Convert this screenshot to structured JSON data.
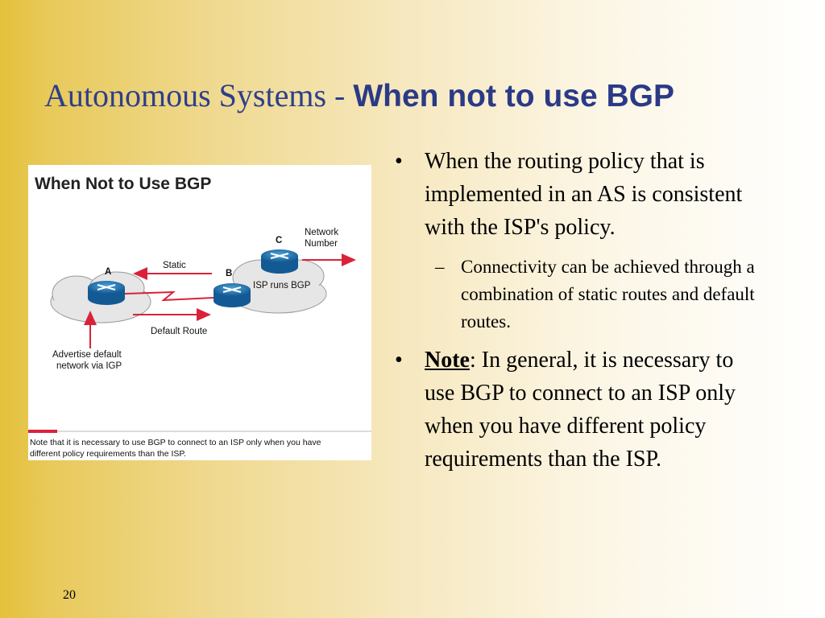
{
  "slide": {
    "title_regular": "Autonomous Systems - ",
    "title_bold": "When not to use BGP",
    "page_number": "20"
  },
  "figure": {
    "heading": "When Not to Use BGP",
    "label_a": "A",
    "label_b": "B",
    "label_c": "C",
    "label_static": "Static",
    "label_default_route": "Default Route",
    "label_network_number_1": "Network",
    "label_network_number_2": "Number",
    "label_isp_runs_bgp": "ISP runs BGP",
    "label_advertise_1": "Advertise default",
    "label_advertise_2": "network via IGP",
    "caption_1": "Note that it is necessary to use BGP to connect to an ISP only when you have",
    "caption_2": "different policy requirements than the ISP.",
    "colors": {
      "arrow_red": "#d9223a",
      "router_blue": "#1f78b4",
      "cloud_gray": "#e6e6e6",
      "caption_bar": "#d9223a"
    }
  },
  "bullets": {
    "b1_text": "When the routing policy that is implemented in an AS is consistent with the ISP's policy.",
    "b1_sub": "Connectivity can be achieved through a combination of static routes and default routes.",
    "b2_note": "Note",
    "b2_text": ": In general, it is necessary to use BGP to connect to an ISP only when you have different policy requirements than the ISP.",
    "bullet_glyph": "•",
    "dash_glyph": "–"
  }
}
